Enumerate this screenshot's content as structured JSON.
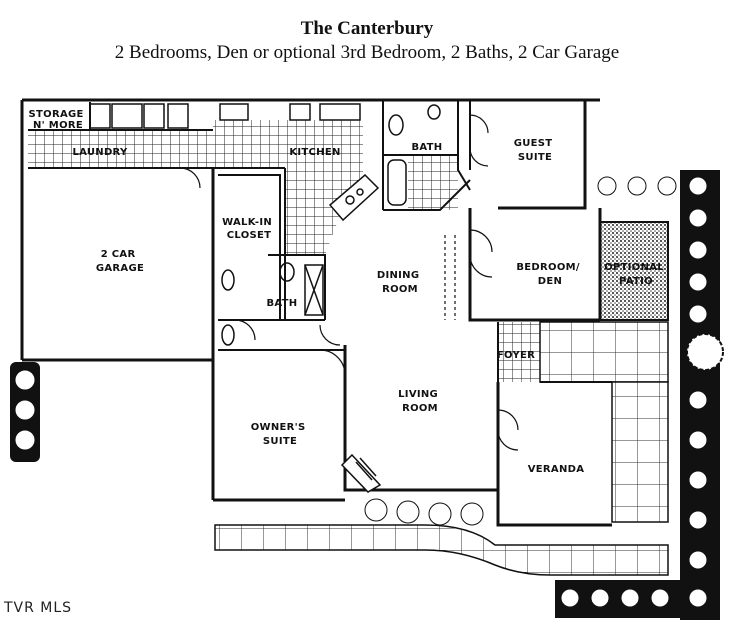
{
  "header": {
    "title": "The Canterbury",
    "subtitle": "2 Bedrooms, Den or optional 3rd Bedroom, 2 Baths, 2 Car Garage"
  },
  "rooms": {
    "storage": [
      "STORAGE",
      "N' MORE"
    ],
    "laundry": [
      "LAUNDRY"
    ],
    "kitchen": [
      "KITCHEN"
    ],
    "bath_upper": [
      "BATH"
    ],
    "guest_suite": [
      "GUEST",
      "SUITE"
    ],
    "garage": [
      "2 CAR",
      "GARAGE"
    ],
    "walk_in_closet": [
      "WALK-IN",
      "CLOSET"
    ],
    "bath_owner": [
      "BATH"
    ],
    "dining_room": [
      "DINING",
      "ROOM"
    ],
    "bedroom_den": [
      "BEDROOM/",
      "DEN"
    ],
    "optional_patio": [
      "OPTIONAL",
      "PATIO"
    ],
    "foyer": [
      "FOYER"
    ],
    "living_room": [
      "LIVING",
      "ROOM"
    ],
    "owners_suite": [
      "OWNER'S",
      "SUITE"
    ],
    "veranda": [
      "VERANDA"
    ]
  },
  "watermark": "TVR MLS"
}
